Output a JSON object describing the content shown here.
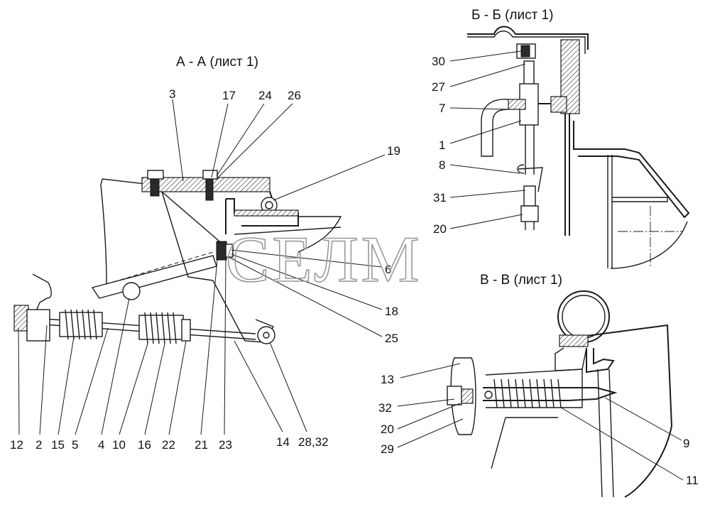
{
  "titles": {
    "aa": "А - А (лист 1)",
    "bb": "Б - Б (лист 1)",
    "vv": "В - В (лист 1)"
  },
  "watermark": "СЕЛМ",
  "callouts_aa": {
    "c3": "3",
    "c17": "17",
    "c24": "24",
    "c26": "26",
    "c19": "19",
    "c6": "6",
    "c18": "18",
    "c25": "25",
    "c12": "12",
    "c2": "2",
    "c15": "15",
    "c5": "5",
    "c4": "4",
    "c10": "10",
    "c16": "16",
    "c22": "22",
    "c21": "21",
    "c23": "23",
    "c14": "14",
    "c2832": "28,32"
  },
  "callouts_bb": {
    "c30": "30",
    "c27": "27",
    "c7": "7",
    "c1": "1",
    "c8": "8",
    "c31": "31",
    "c20": "20"
  },
  "callouts_vv": {
    "c13": "13",
    "c32": "32",
    "c20": "20",
    "c29": "29",
    "c9": "9",
    "c11": "11"
  }
}
